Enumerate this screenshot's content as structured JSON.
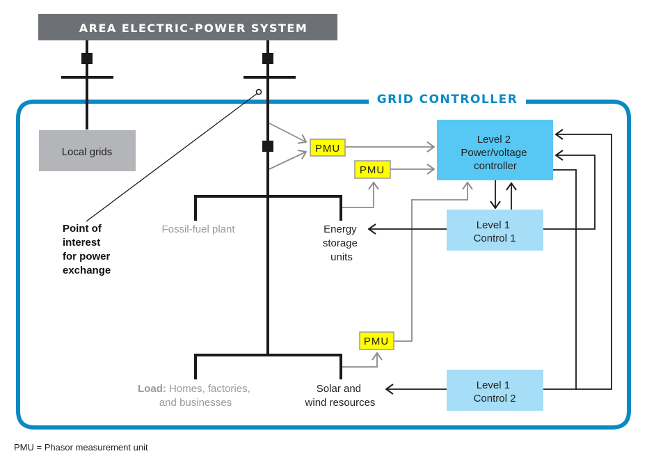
{
  "title": "AREA ELECTRIC-POWER SYSTEM",
  "controller_label": "GRID CONTROLLER",
  "colors": {
    "header_bg": "#6d7175",
    "header_text": "#ffffff",
    "controller_border": "#0a8ac4",
    "level2_fill": "#56c8f3",
    "level1_fill": "#a6ddf7",
    "pmu_fill": "#ffff00",
    "pmu_border": "#9a9a9a",
    "local_grids_fill": "#b4b5b8",
    "bus_line": "#1a1a1a",
    "measurement_line": "#8c8c8c",
    "muted_text": "#9a9a9a"
  },
  "nodes": {
    "local_grids": "Local grids",
    "level2": [
      "Level 2",
      "Power/voltage",
      "controller"
    ],
    "level1_control1": [
      "Level 1",
      "Control 1"
    ],
    "level1_control2": [
      "Level 1",
      "Control 2"
    ],
    "pmu": [
      "PMU",
      "PMU",
      "PMU"
    ],
    "fossil_fuel": "Fossil-fuel plant",
    "energy_storage": [
      "Energy",
      "storage",
      "units"
    ],
    "load_bold": "Load:",
    "load_rest": [
      "Homes, factories,",
      "and businesses"
    ],
    "solar_wind": [
      "Solar and",
      "wind resources"
    ],
    "point_of_interest": [
      "Point of",
      "interest",
      "for power",
      "exchange"
    ]
  },
  "footnote": "PMU = Phasor measurement unit"
}
